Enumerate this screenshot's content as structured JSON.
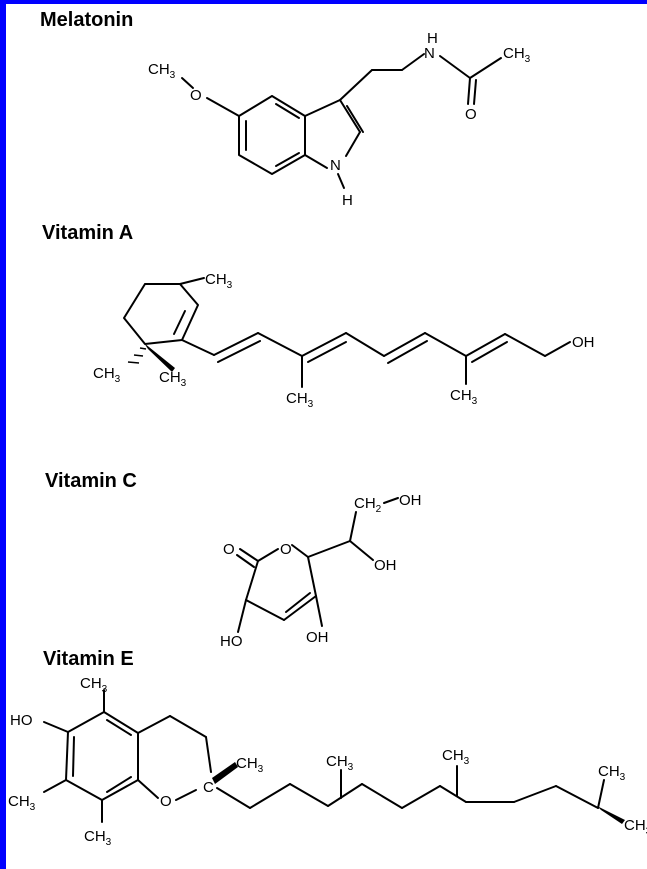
{
  "border_color": "#0000ff",
  "sections": [
    {
      "title": "Melatonin"
    },
    {
      "title": "Vitamin A"
    },
    {
      "title": "Vitamin C"
    },
    {
      "title": "Vitamin E"
    }
  ],
  "atoms": {
    "methyl_label": "CH",
    "methyl_sub": "3",
    "methylene_label": "CH",
    "methylene_sub": "2",
    "oxygen": "O",
    "nitrogen": "N",
    "hydrogen": "H",
    "hydroxyl": "OH",
    "hydroxyl_left": "HO",
    "carbon": "C"
  }
}
